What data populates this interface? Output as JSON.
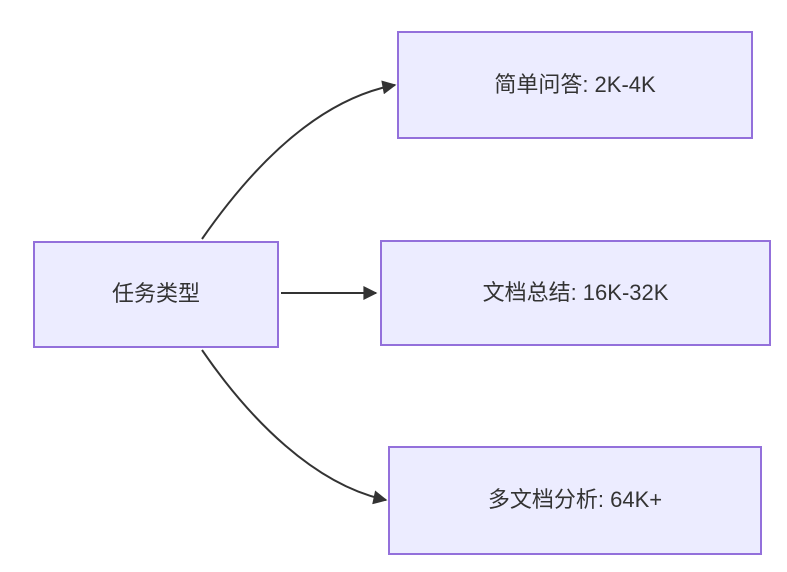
{
  "diagram": {
    "type": "flowchart-lr",
    "background_color": "#ffffff",
    "node_fill_color": "#ECECFF",
    "node_border_color": "#9370DB",
    "edge_color": "#333333",
    "text_color": "#333333",
    "nodes": [
      {
        "id": "task-type",
        "label": "任务类型"
      },
      {
        "id": "simple-qa",
        "label": "简单问答: 2K-4K"
      },
      {
        "id": "doc-summary",
        "label": "文档总结: 16K-32K"
      },
      {
        "id": "multi-doc",
        "label": "多文档分析: 64K+"
      }
    ],
    "edges": [
      {
        "from": "task-type",
        "to": "simple-qa"
      },
      {
        "from": "task-type",
        "to": "doc-summary"
      },
      {
        "from": "task-type",
        "to": "multi-doc"
      }
    ]
  }
}
